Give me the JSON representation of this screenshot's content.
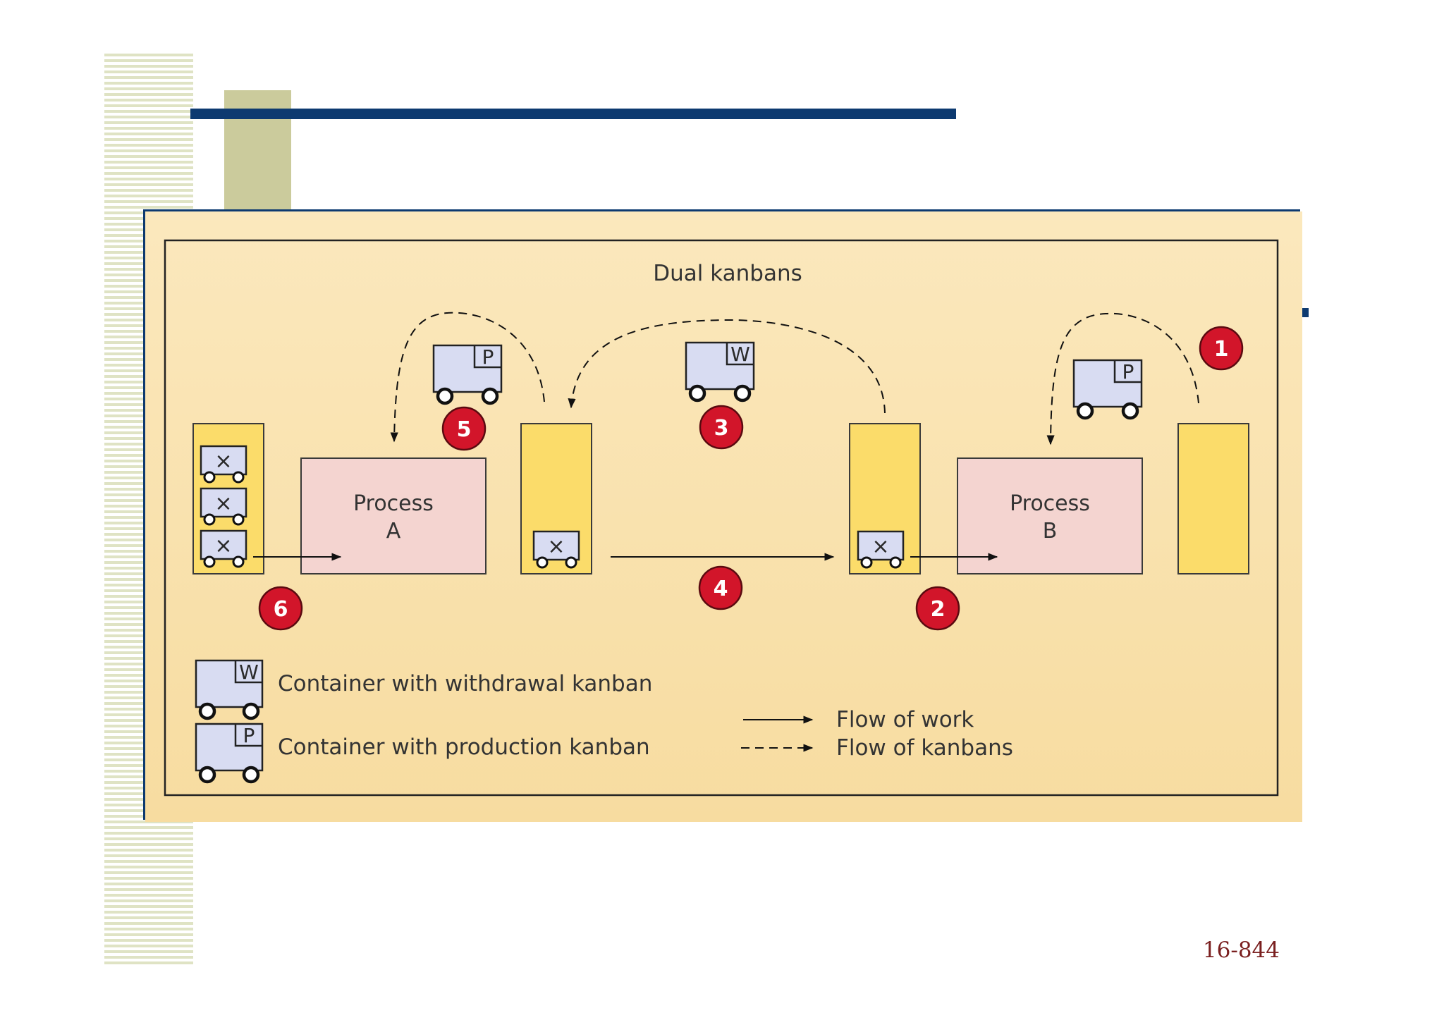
{
  "diagram": {
    "title": "Dual kanbans",
    "process_a": {
      "line1": "Process",
      "line2": "A"
    },
    "process_b": {
      "line1": "Process",
      "line2": "B"
    },
    "kanban_letters": {
      "withdrawal": "W",
      "production": "P",
      "item": "×"
    },
    "steps": [
      "1",
      "2",
      "3",
      "4",
      "5",
      "6"
    ],
    "legend": {
      "withdrawal": "Container with withdrawal kanban",
      "production": "Container with production kanban",
      "work_flow": "Flow of work",
      "kanban_flow": "Flow of kanbans"
    },
    "colors": {
      "background": "#f7dca0",
      "process_box": "#f4d4d0",
      "buffer": "#fbdc6a",
      "container": "#d8dcf2",
      "badge": "#d2152a",
      "frame": "#0d3a70"
    }
  },
  "footer": {
    "page_number": "16-844"
  }
}
